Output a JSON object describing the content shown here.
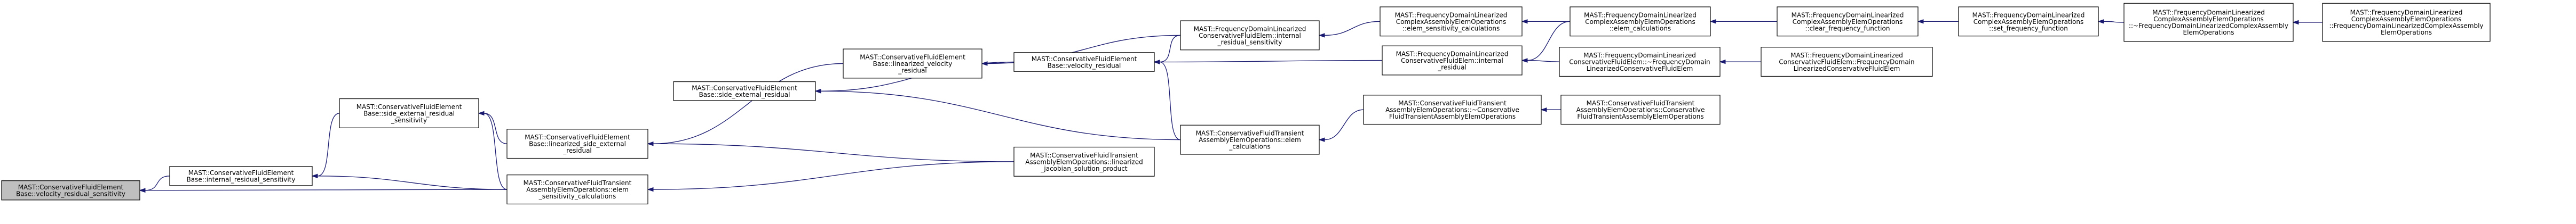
{
  "graph": {
    "nodes": [
      {
        "id": "n1",
        "lines": [
          "MAST::ConservativeFluidElement",
          "Base::velocity_residual_sensitivity"
        ],
        "current": true
      },
      {
        "id": "n2",
        "lines": [
          "MAST::ConservativeFluidElement",
          "Base::internal_residual_sensitivity"
        ]
      },
      {
        "id": "n3",
        "lines": [
          "MAST::ConservativeFluidElement",
          "Base::side_external_residual",
          "_sensitivity"
        ]
      },
      {
        "id": "n4",
        "lines": [
          "MAST::ConservativeFluidElement",
          "Base::linearized_side_external",
          "_residual"
        ]
      },
      {
        "id": "n5",
        "lines": [
          "MAST::ConservativeFluidTransient",
          "AssemblyElemOperations::elem",
          "_sensitivity_calculations"
        ]
      },
      {
        "id": "n6",
        "lines": [
          "MAST::ConservativeFluidElement",
          "Base::side_external_residual"
        ]
      },
      {
        "id": "n7",
        "lines": [
          "MAST::ConservativeFluidElement",
          "Base::linearized_velocity",
          "_residual"
        ]
      },
      {
        "id": "n8",
        "lines": [
          "MAST::ConservativeFluidElement",
          "Base::velocity_residual"
        ]
      },
      {
        "id": "n9",
        "lines": [
          "MAST::ConservativeFluidTransient",
          "AssemblyElemOperations::linearized",
          "_jacobian_solution_product"
        ]
      },
      {
        "id": "n10",
        "lines": [
          "MAST::ConservativeFluidTransient",
          "AssemblyElemOperations::elem",
          "_calculations"
        ]
      },
      {
        "id": "n11",
        "lines": [
          "MAST::FrequencyDomainLinearized",
          "ConservativeFluidElem::internal",
          "_residual_sensitivity"
        ]
      },
      {
        "id": "n12",
        "lines": [
          "MAST::FrequencyDomainLinearized",
          "ConservativeFluidElem::internal",
          "_residual"
        ]
      },
      {
        "id": "n13",
        "lines": [
          "MAST::ConservativeFluidTransient",
          "AssemblyElemOperations::~Conservative",
          "FluidTransientAssemblyElemOperations"
        ]
      },
      {
        "id": "n14",
        "lines": [
          "MAST::FrequencyDomainLinearized",
          "ComplexAssemblyElemOperations",
          "::elem_sensitivity_calculations"
        ]
      },
      {
        "id": "n15",
        "lines": [
          "MAST::FrequencyDomainLinearized",
          "ComplexAssemblyElemOperations",
          "::elem_calculations"
        ]
      },
      {
        "id": "n16",
        "lines": [
          "MAST::FrequencyDomainLinearized",
          "ConservativeFluidElem::~FrequencyDomain",
          "LinearizedConservativeFluidElem"
        ]
      },
      {
        "id": "n17",
        "lines": [
          "MAST::ConservativeFluidTransient",
          "AssemblyElemOperations::Conservative",
          "FluidTransientAssemblyElemOperations"
        ]
      },
      {
        "id": "n18",
        "lines": [
          "MAST::FrequencyDomainLinearized",
          "ComplexAssemblyElemOperations",
          "::clear_frequency_function"
        ]
      },
      {
        "id": "n19",
        "lines": [
          "MAST::FrequencyDomainLinearized",
          "ConservativeFluidElem::FrequencyDomain",
          "LinearizedConservativeFluidElem"
        ]
      },
      {
        "id": "n20",
        "lines": [
          "MAST::FrequencyDomainLinearized",
          "ComplexAssemblyElemOperations",
          "::set_frequency_function"
        ]
      },
      {
        "id": "n21",
        "lines": [
          "MAST::FrequencyDomainLinearized",
          "ComplexAssemblyElemOperations",
          "::~FrequencyDomainLinearizedComplexAssembly",
          "ElemOperations"
        ]
      },
      {
        "id": "n22",
        "lines": [
          "MAST::FrequencyDomainLinearized",
          "ComplexAssemblyElemOperations",
          "::FrequencyDomainLinearizedComplexAssembly",
          "ElemOperations"
        ]
      }
    ],
    "edges": [
      {
        "from": "n2",
        "to": "n1"
      },
      {
        "from": "n5",
        "to": "n1"
      },
      {
        "from": "n3",
        "to": "n2"
      },
      {
        "from": "n5",
        "to": "n2"
      },
      {
        "from": "n4",
        "to": "n3"
      },
      {
        "from": "n5",
        "to": "n3"
      },
      {
        "from": "n7",
        "to": "n4"
      },
      {
        "from": "n9",
        "to": "n4"
      },
      {
        "from": "n9",
        "to": "n5"
      },
      {
        "from": "n8",
        "to": "n6"
      },
      {
        "from": "n8",
        "to": "n7"
      },
      {
        "from": "n10",
        "to": "n6"
      },
      {
        "from": "n11",
        "to": "n8"
      },
      {
        "from": "n12",
        "to": "n8"
      },
      {
        "from": "n10",
        "to": "n8"
      },
      {
        "from": "n11",
        "to": "n7"
      },
      {
        "from": "n13",
        "to": "n10"
      },
      {
        "from": "n14",
        "to": "n11"
      },
      {
        "from": "n15",
        "to": "n12"
      },
      {
        "from": "n16",
        "to": "n12"
      },
      {
        "from": "n17",
        "to": "n13"
      },
      {
        "from": "n15",
        "to": "n14"
      },
      {
        "from": "n18",
        "to": "n15"
      },
      {
        "from": "n19",
        "to": "n16"
      },
      {
        "from": "n20",
        "to": "n18"
      },
      {
        "from": "n21",
        "to": "n20"
      },
      {
        "from": "n22",
        "to": "n21"
      }
    ]
  },
  "colors": {
    "edge": "#191970",
    "node_border": "#000000",
    "node_fill": "#ffffff",
    "current_node_fill": "#bfbfbf"
  }
}
